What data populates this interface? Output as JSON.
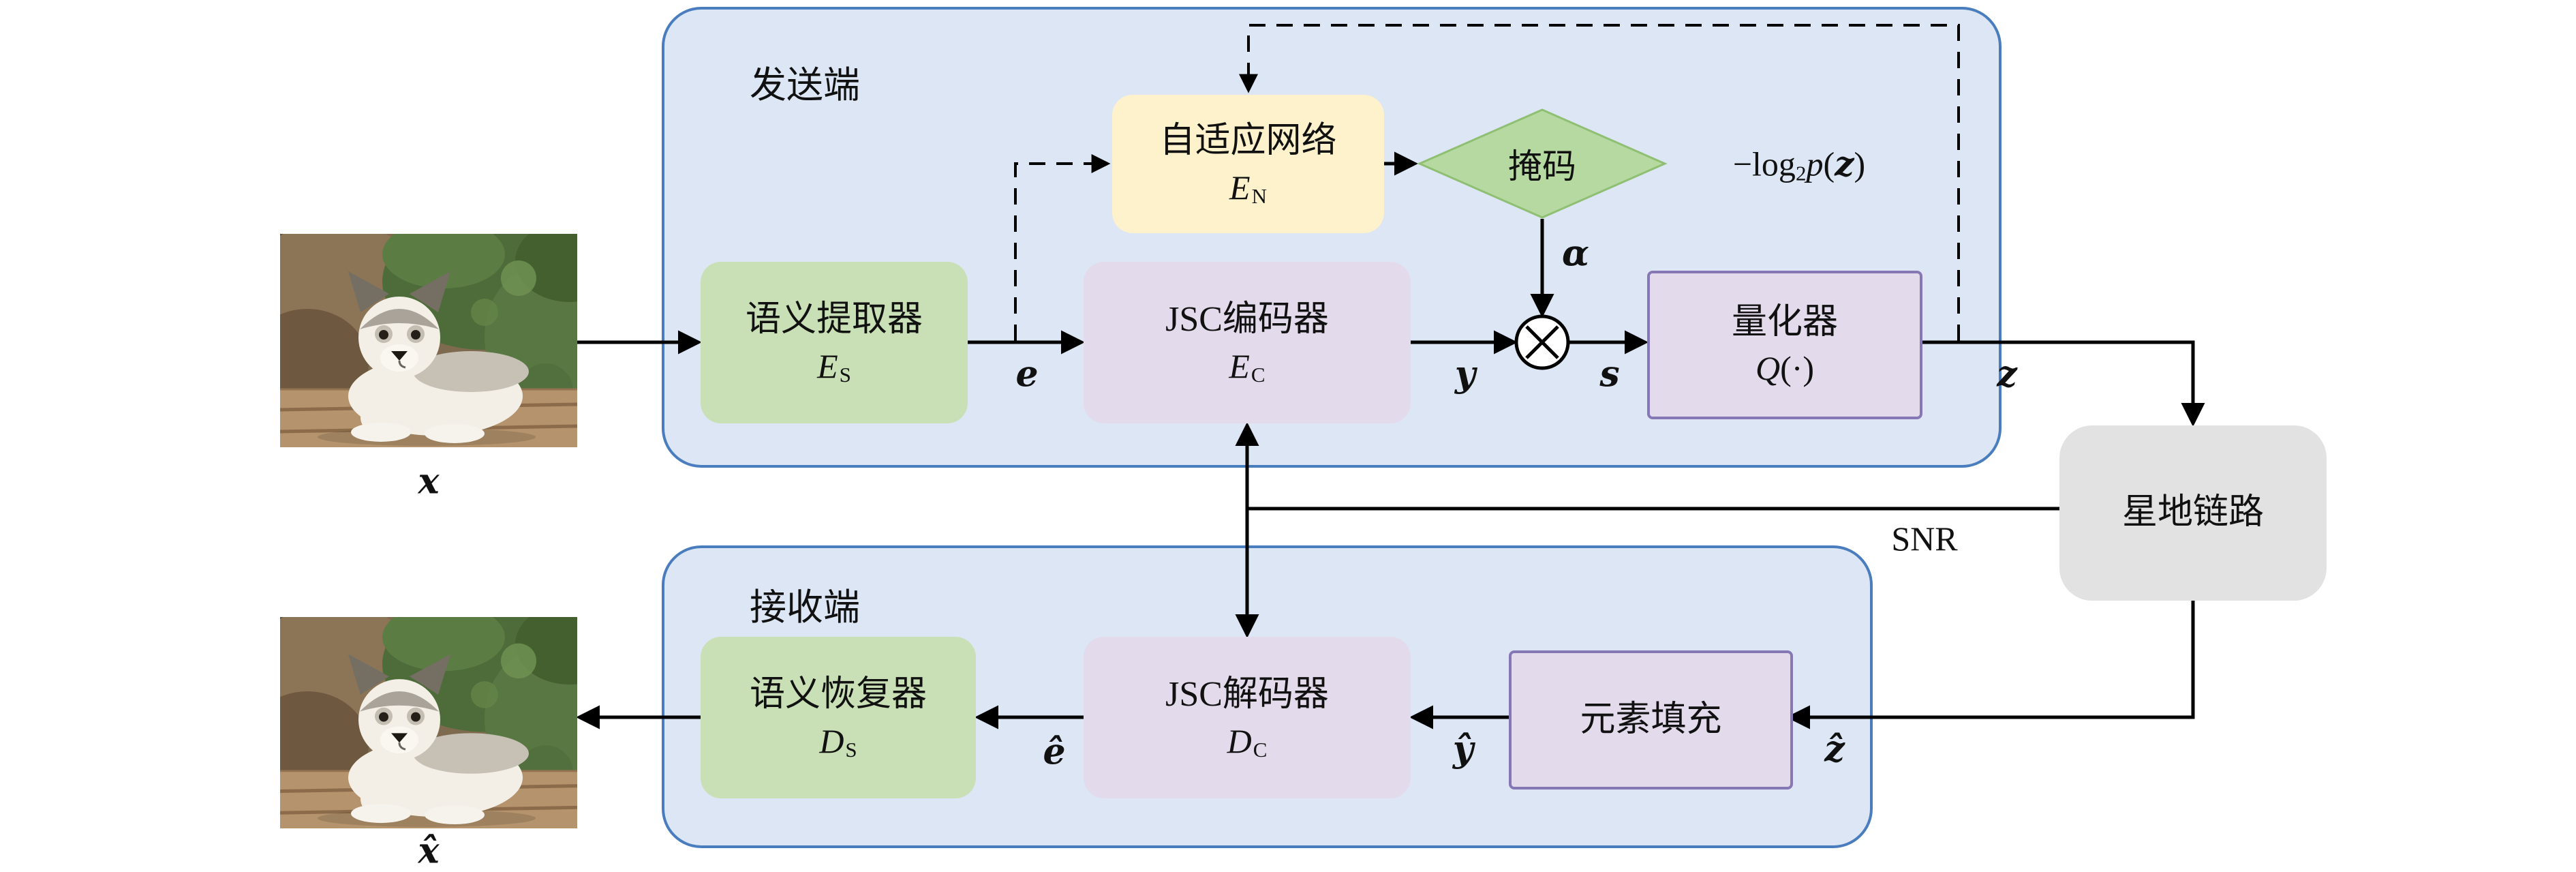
{
  "palette": {
    "group_fill": "#dce6f4",
    "group_border": "#4a7dbe",
    "green_fill": "#c9e0b6",
    "yellow_fill": "#fdf2cc",
    "diamond_fill": "#b6d9a1",
    "purple_fill": "#e3dbec",
    "purple_border": "#8678b5",
    "gray_fill": "#e2e2e2",
    "line_color": "#000000"
  },
  "transmitter": {
    "title": "发送端",
    "extractor": {
      "name": "语义提取器",
      "sym": "E",
      "sub": "S"
    },
    "adaptive": {
      "name": "自适应网络",
      "sym": "E",
      "sub": "N"
    },
    "mask": {
      "name": "掩码"
    },
    "encoder": {
      "name": "JSC编码器",
      "sym": "E",
      "sub": "C"
    },
    "quantizer": {
      "name": "量化器",
      "sym": "Q",
      "suffix": "(·)"
    },
    "rate": {
      "neg_log": "−log",
      "base": "2",
      "p": "p",
      "open": "(",
      "z": "z",
      "close": ")"
    }
  },
  "receiver": {
    "title": "接收端",
    "recoverer": {
      "name": "语义恢复器",
      "sym": "D",
      "sub": "S"
    },
    "decoder": {
      "name": "JSC解码器",
      "sym": "D",
      "sub": "C"
    },
    "padding": {
      "name": "元素填充"
    }
  },
  "channel": {
    "name": "星地链路",
    "snr_label": "SNR"
  },
  "signals": {
    "x": "x",
    "x_hat": "x̂",
    "e": "e",
    "e_hat": "ê",
    "y": "y",
    "y_hat": "ŷ",
    "s": "s",
    "z": "z",
    "z_hat": "ẑ",
    "alpha": "α"
  }
}
